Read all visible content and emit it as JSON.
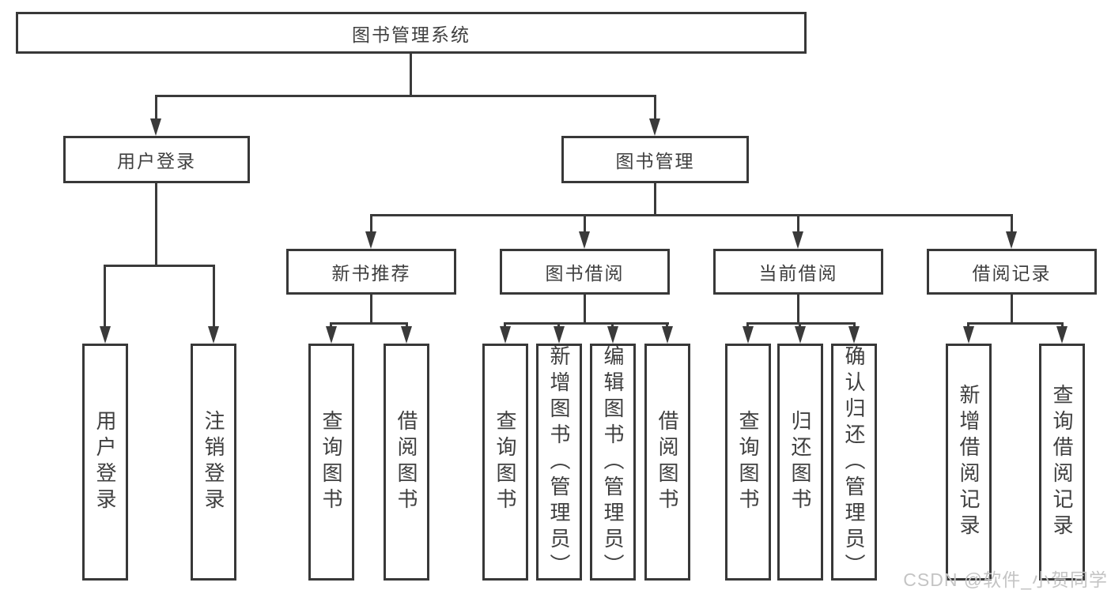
{
  "diagram": {
    "title": "图书管理系统",
    "level2": {
      "user_login": "用户登录",
      "book_management": "图书管理"
    },
    "level3": {
      "new_book_recommend": "新书推荐",
      "book_borrow": "图书借阅",
      "current_borrow": "当前借阅",
      "borrow_records": "借阅记录"
    },
    "leaves": {
      "user_login": [
        "用户登录",
        "注销登录"
      ],
      "new_book_recommend": [
        "查询图书",
        "借阅图书"
      ],
      "book_borrow": [
        "查询图书",
        "新增图书（管理员）",
        "编辑图书（管理员）",
        "借阅图书"
      ],
      "current_borrow": [
        "查询图书",
        "归还图书",
        "确认归还（管理员）"
      ],
      "borrow_records": [
        "新增借阅记录",
        "查询借阅记录"
      ]
    }
  },
  "watermark": "CSDN @软件_小贺同学",
  "colors": {
    "line": "#3a3a3a",
    "border": "#383838",
    "text": "#3f3f3f",
    "watermark": "#c4c4c4",
    "background": "#ffffff"
  }
}
